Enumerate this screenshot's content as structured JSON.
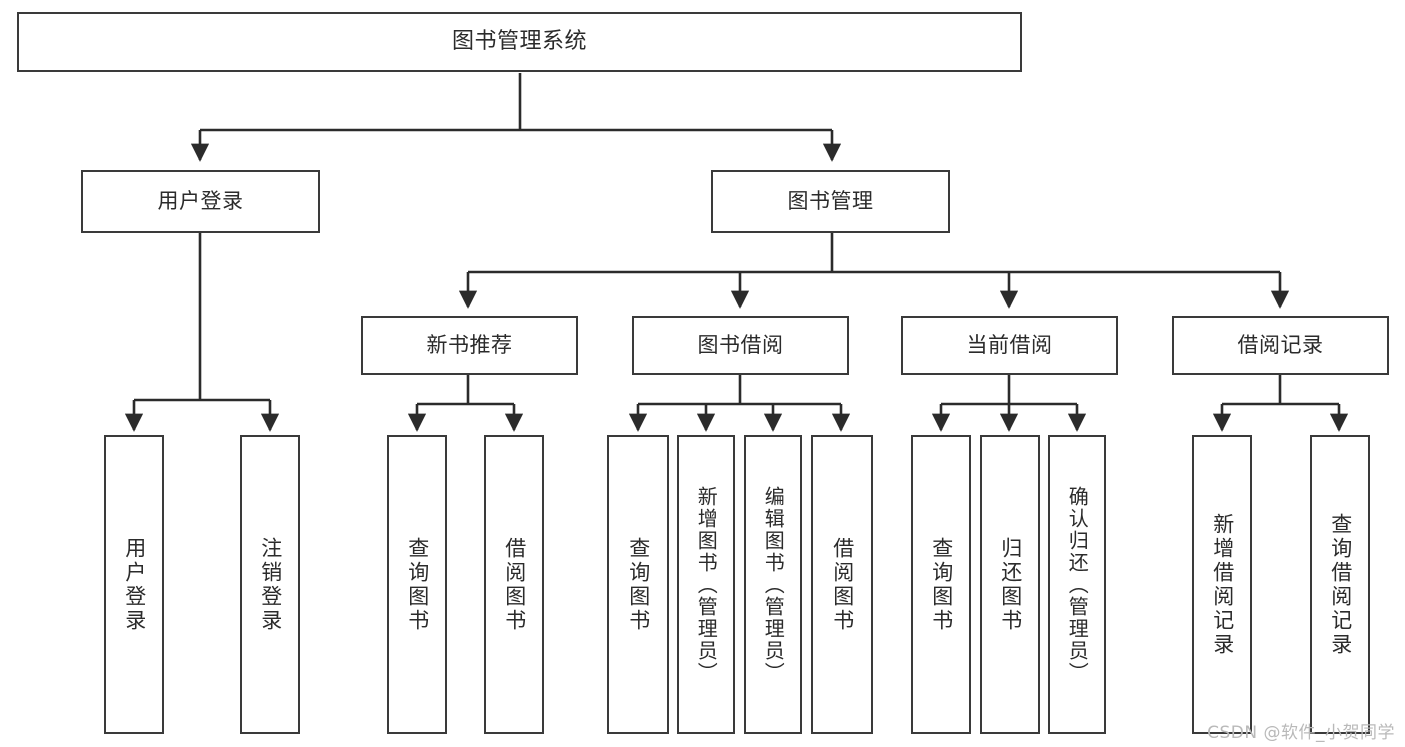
{
  "diagram": {
    "title": "图书管理系统",
    "type": "tree",
    "colors": {
      "box_border": "#3a3a3a",
      "box_fill": "#ffffff",
      "connector": "#2b2b2b",
      "text": "#2b2b2b",
      "watermark": "#b9b9b9",
      "background": "#ffffff"
    },
    "nodes": {
      "root": {
        "label": "图书管理系统"
      },
      "level2": [
        {
          "id": "user-login",
          "label": "用户登录"
        },
        {
          "id": "book-manage",
          "label": "图书管理"
        }
      ],
      "level3": [
        {
          "id": "new-book-recommend",
          "label": "新书推荐"
        },
        {
          "id": "book-borrow",
          "label": "图书借阅"
        },
        {
          "id": "current-borrow",
          "label": "当前借阅"
        },
        {
          "id": "borrow-record",
          "label": "借阅记录"
        }
      ],
      "leaves": {
        "user-login": [
          {
            "id": "leaf-user-login",
            "label": "用户登录"
          },
          {
            "id": "leaf-logout",
            "label": "注销登录"
          }
        ],
        "new-book-recommend": [
          {
            "id": "leaf-query-book-1",
            "label": "查询图书"
          },
          {
            "id": "leaf-borrow-book-1",
            "label": "借阅图书"
          }
        ],
        "book-borrow": [
          {
            "id": "leaf-query-book-2",
            "label": "查询图书"
          },
          {
            "id": "leaf-add-book",
            "label": "新增图书（管理员）"
          },
          {
            "id": "leaf-edit-book",
            "label": "编辑图书（管理员）"
          },
          {
            "id": "leaf-borrow-book-2",
            "label": "借阅图书"
          }
        ],
        "current-borrow": [
          {
            "id": "leaf-query-book-3",
            "label": "查询图书"
          },
          {
            "id": "leaf-return-book",
            "label": "归还图书"
          },
          {
            "id": "leaf-confirm-return",
            "label": "确认归还（管理员）"
          }
        ],
        "borrow-record": [
          {
            "id": "leaf-add-record",
            "label": "新增借阅记录"
          },
          {
            "id": "leaf-query-record",
            "label": "查询借阅记录"
          }
        ]
      }
    },
    "watermark": "CSDN @软件_小贺同学"
  }
}
